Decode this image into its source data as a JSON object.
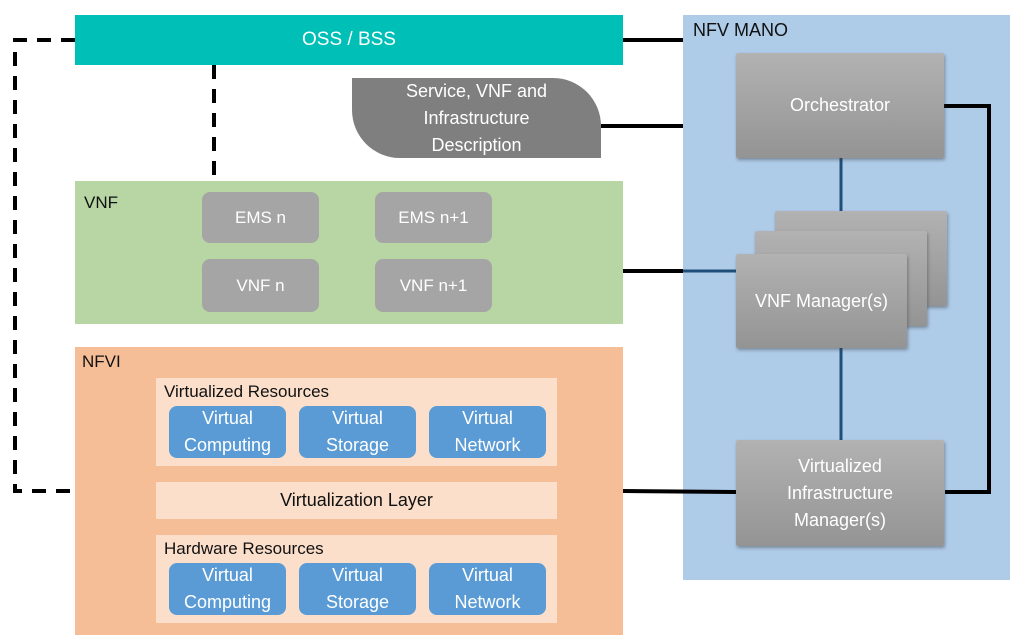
{
  "oss_bss": {
    "label": "OSS / BSS"
  },
  "description": {
    "label_lines": [
      "Service, VNF and",
      "Infrastructure",
      "Description"
    ]
  },
  "vnf": {
    "title": "VNF",
    "ems": [
      "EMS n",
      "EMS n+1"
    ],
    "vnfs": [
      "VNF n",
      "VNF n+1"
    ]
  },
  "nfvi": {
    "title": "NFVI",
    "virtualized_resources": {
      "title": "Virtualized Resources",
      "items": [
        [
          "Virtual",
          "Computing"
        ],
        [
          "Virtual",
          "Storage"
        ],
        [
          "Virtual",
          "Network"
        ]
      ]
    },
    "virtualization_layer": "Virtualization Layer",
    "hardware_resources": {
      "title": "Hardware Resources",
      "items": [
        [
          "Virtual",
          "Computing"
        ],
        [
          "Virtual",
          "Storage"
        ],
        [
          "Virtual",
          "Network"
        ]
      ]
    }
  },
  "mano": {
    "title": "NFV MANO",
    "orchestrator": "Orchestrator",
    "vnf_manager": "VNF Manager(s)",
    "vim_lines": [
      "Virtualized",
      "Infrastructure",
      "Manager(s)"
    ]
  },
  "colors": {
    "oss_bss": "#00bfb6",
    "vnf_block": "#b7d6a4",
    "nfvi_block": "#f5be97",
    "nfvi_band": "#fbdfcb",
    "resource_box": "#5a9bd5",
    "mano_block": "#aecbe8",
    "gray_box": "#a5a5a5"
  }
}
